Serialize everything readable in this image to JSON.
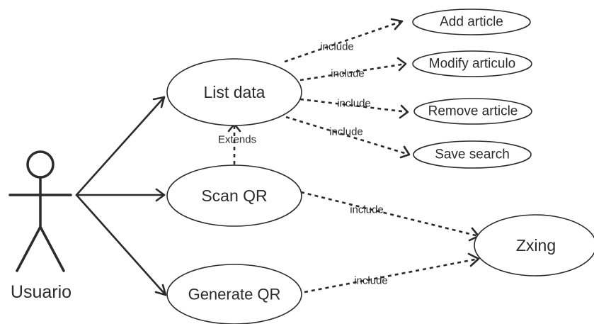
{
  "actor": {
    "name": "Usuario"
  },
  "use_cases": {
    "list_data": "List data",
    "scan_qr": "Scan QR",
    "generate_qr": "Generate QR",
    "add_article": "Add article",
    "modify_articulo": "Modify articulo",
    "remove_article": "Remove article",
    "save_search": "Save search",
    "zxing": "Zxing"
  },
  "relations": {
    "include_add": "include",
    "include_modify": "include",
    "include_remove": "include",
    "include_save": "include",
    "include_scan_zxing": "include",
    "include_generate_zxing": "include",
    "extends": "Extends"
  }
}
